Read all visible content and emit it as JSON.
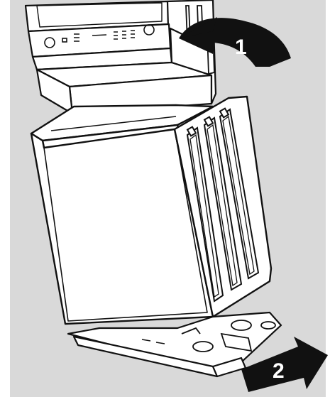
{
  "illustration": {
    "background_color": "#d9d9d9",
    "outline_color": "#111111",
    "fill_color": "#ffffff",
    "arrow_color": "#111111"
  },
  "steps": [
    {
      "label": "1",
      "arrow": "curved-arrow-tilt-back"
    },
    {
      "label": "2",
      "arrow": "arrow-pull-out"
    }
  ]
}
